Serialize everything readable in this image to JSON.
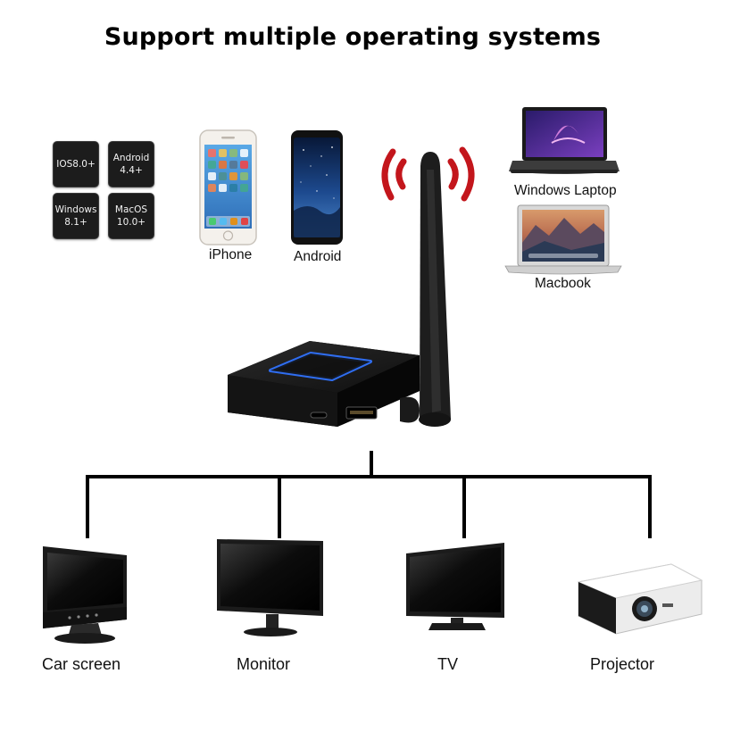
{
  "title": "Support multiple operating systems",
  "os_badges": [
    {
      "line1": "IOS8.0+",
      "line2": ""
    },
    {
      "line1": "Android",
      "line2": "4.4+"
    },
    {
      "line1": "Windows",
      "line2": "8.1+"
    },
    {
      "line1": "MacOS",
      "line2": "10.0+"
    }
  ],
  "sources": {
    "iphone": "iPhone",
    "android": "Android",
    "windows_laptop": "Windows Laptop",
    "macbook": "Macbook"
  },
  "outputs": [
    "Car screen",
    "Monitor",
    "TV",
    "Projector"
  ],
  "colors": {
    "signal": "#c3161c",
    "device_glow": "#2f6df0",
    "lines": "#000000"
  }
}
